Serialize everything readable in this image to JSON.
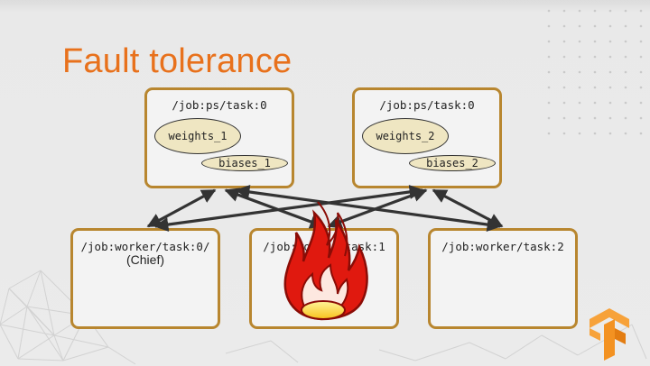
{
  "title": "Fault tolerance",
  "ps_tasks": [
    {
      "label": "/job:ps/task:0",
      "weights": "weights_1",
      "biases": "biases_1"
    },
    {
      "label": "/job:ps/task:0",
      "weights": "weights_2",
      "biases": "biases_2"
    }
  ],
  "workers": [
    {
      "label": "/job:worker/task:0/",
      "sublabel": "(Chief)"
    },
    {
      "label": "/job:worker/task:1",
      "failed": true
    },
    {
      "label": "/job:worker/task:2"
    }
  ],
  "colors": {
    "title": "#e8711c",
    "box_border": "#b8862f",
    "ellipse_fill": "#efe6c2",
    "arrow": "#333333",
    "logo": "#f39222"
  },
  "icons": [
    "fire-icon",
    "tensorflow-logo"
  ]
}
